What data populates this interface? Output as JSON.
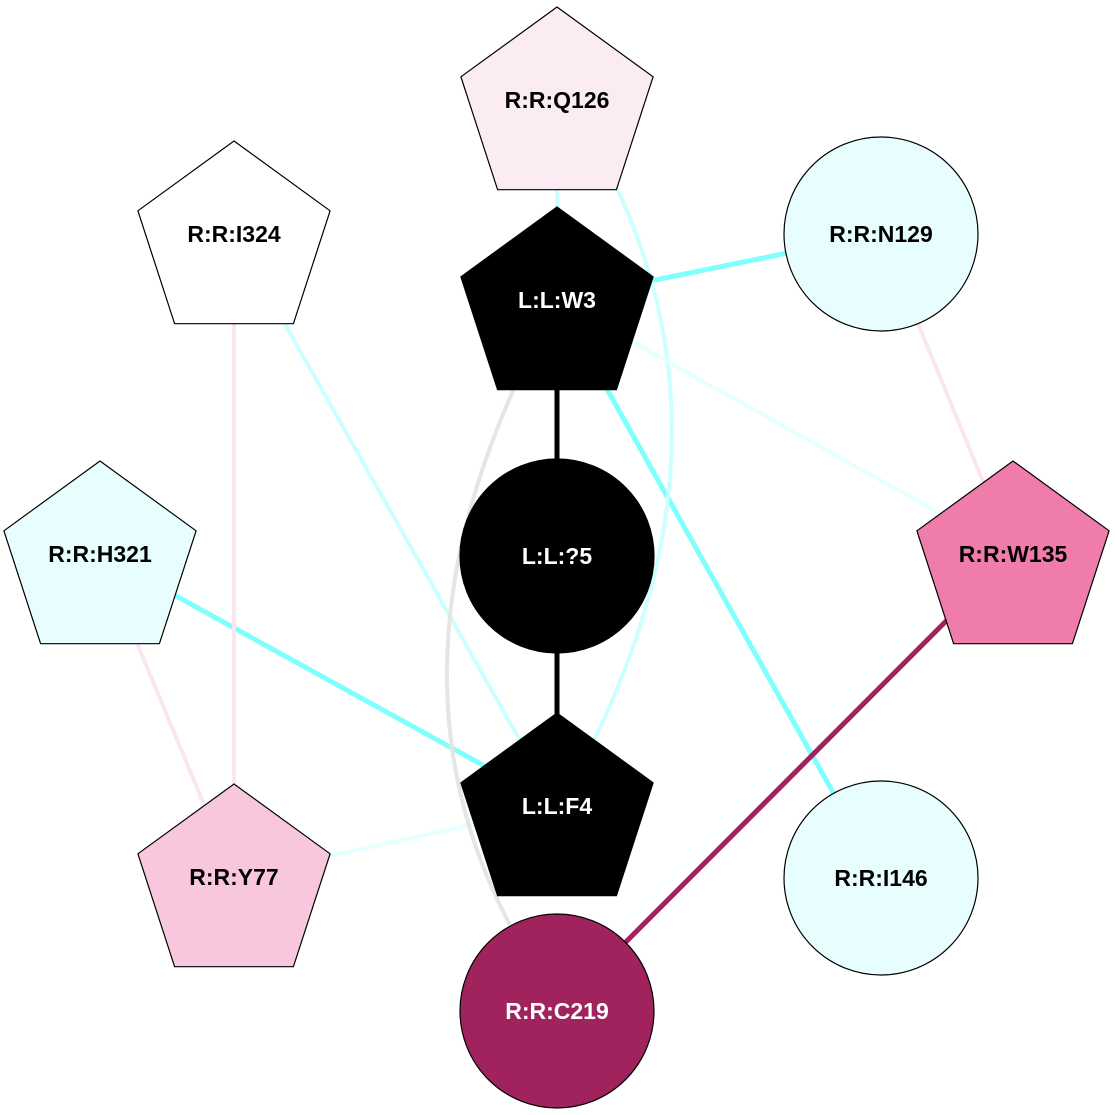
{
  "title": "Residue interaction network",
  "nodes": [
    {
      "id": "Q126",
      "label": "R:R:Q126",
      "shape": "pentagon",
      "fill": "#fbebf3",
      "text_color": "#000000"
    },
    {
      "id": "I324",
      "label": "R:R:I324",
      "shape": "pentagon",
      "fill": "#ffffff",
      "text_color": "#000000"
    },
    {
      "id": "N129",
      "label": "R:R:N129",
      "shape": "circle",
      "fill": "#e8fdfd",
      "text_color": "#000000"
    },
    {
      "id": "W3",
      "label": "L:L:W3",
      "shape": "pentagon",
      "fill": "#000000",
      "text_color": "#ffffff"
    },
    {
      "id": "H321",
      "label": "R:R:H321",
      "shape": "pentagon",
      "fill": "#e8fdfd",
      "text_color": "#000000"
    },
    {
      "id": "Q5",
      "label": "L:L:?5",
      "shape": "circle",
      "fill": "#000000",
      "text_color": "#ffffff"
    },
    {
      "id": "W135",
      "label": "R:R:W135",
      "shape": "pentagon",
      "fill": "#f07cab",
      "text_color": "#000000"
    },
    {
      "id": "F4",
      "label": "L:L:F4",
      "shape": "pentagon",
      "fill": "#000000",
      "text_color": "#ffffff"
    },
    {
      "id": "Y77",
      "label": "R:R:Y77",
      "shape": "pentagon",
      "fill": "#f9c7dd",
      "text_color": "#000000"
    },
    {
      "id": "I146",
      "label": "R:R:I146",
      "shape": "circle",
      "fill": "#e8fdfd",
      "text_color": "#000000"
    },
    {
      "id": "C219",
      "label": "R:R:C219",
      "shape": "circle",
      "fill": "#a0235e",
      "text_color": "#ffffff"
    }
  ],
  "edges": [
    {
      "from": "W3",
      "to": "Q5",
      "color": "#000000",
      "weight": "strong"
    },
    {
      "from": "Q5",
      "to": "F4",
      "color": "#000000",
      "weight": "strong"
    },
    {
      "from": "W3",
      "to": "N129",
      "color": "#80ffff",
      "weight": "medium"
    },
    {
      "from": "W3",
      "to": "I146",
      "color": "#80ffff",
      "weight": "medium"
    },
    {
      "from": "H321",
      "to": "F4",
      "color": "#80ffff",
      "weight": "medium"
    },
    {
      "from": "Q126",
      "to": "W3",
      "color": "#ccffff",
      "weight": "light"
    },
    {
      "from": "Q126",
      "to": "F4",
      "color": "#ccffff",
      "weight": "light",
      "curved": true
    },
    {
      "from": "I324",
      "to": "F4",
      "color": "#ccffff",
      "weight": "light"
    },
    {
      "from": "W3",
      "to": "W135",
      "color": "#e6ffff",
      "weight": "faint"
    },
    {
      "from": "Y77",
      "to": "F4",
      "color": "#e6ffff",
      "weight": "faint"
    },
    {
      "from": "W3",
      "to": "C219",
      "color": "#e5e5e5",
      "weight": "light",
      "curved": true
    },
    {
      "from": "N129",
      "to": "W135",
      "color": "#fbe5ef",
      "weight": "faint"
    },
    {
      "from": "I324",
      "to": "Y77",
      "color": "#fbe5ef",
      "weight": "faint"
    },
    {
      "from": "H321",
      "to": "Y77",
      "color": "#fbe5ef",
      "weight": "faint"
    },
    {
      "from": "W135",
      "to": "C219",
      "color": "#a0235e",
      "weight": "medium"
    }
  ]
}
